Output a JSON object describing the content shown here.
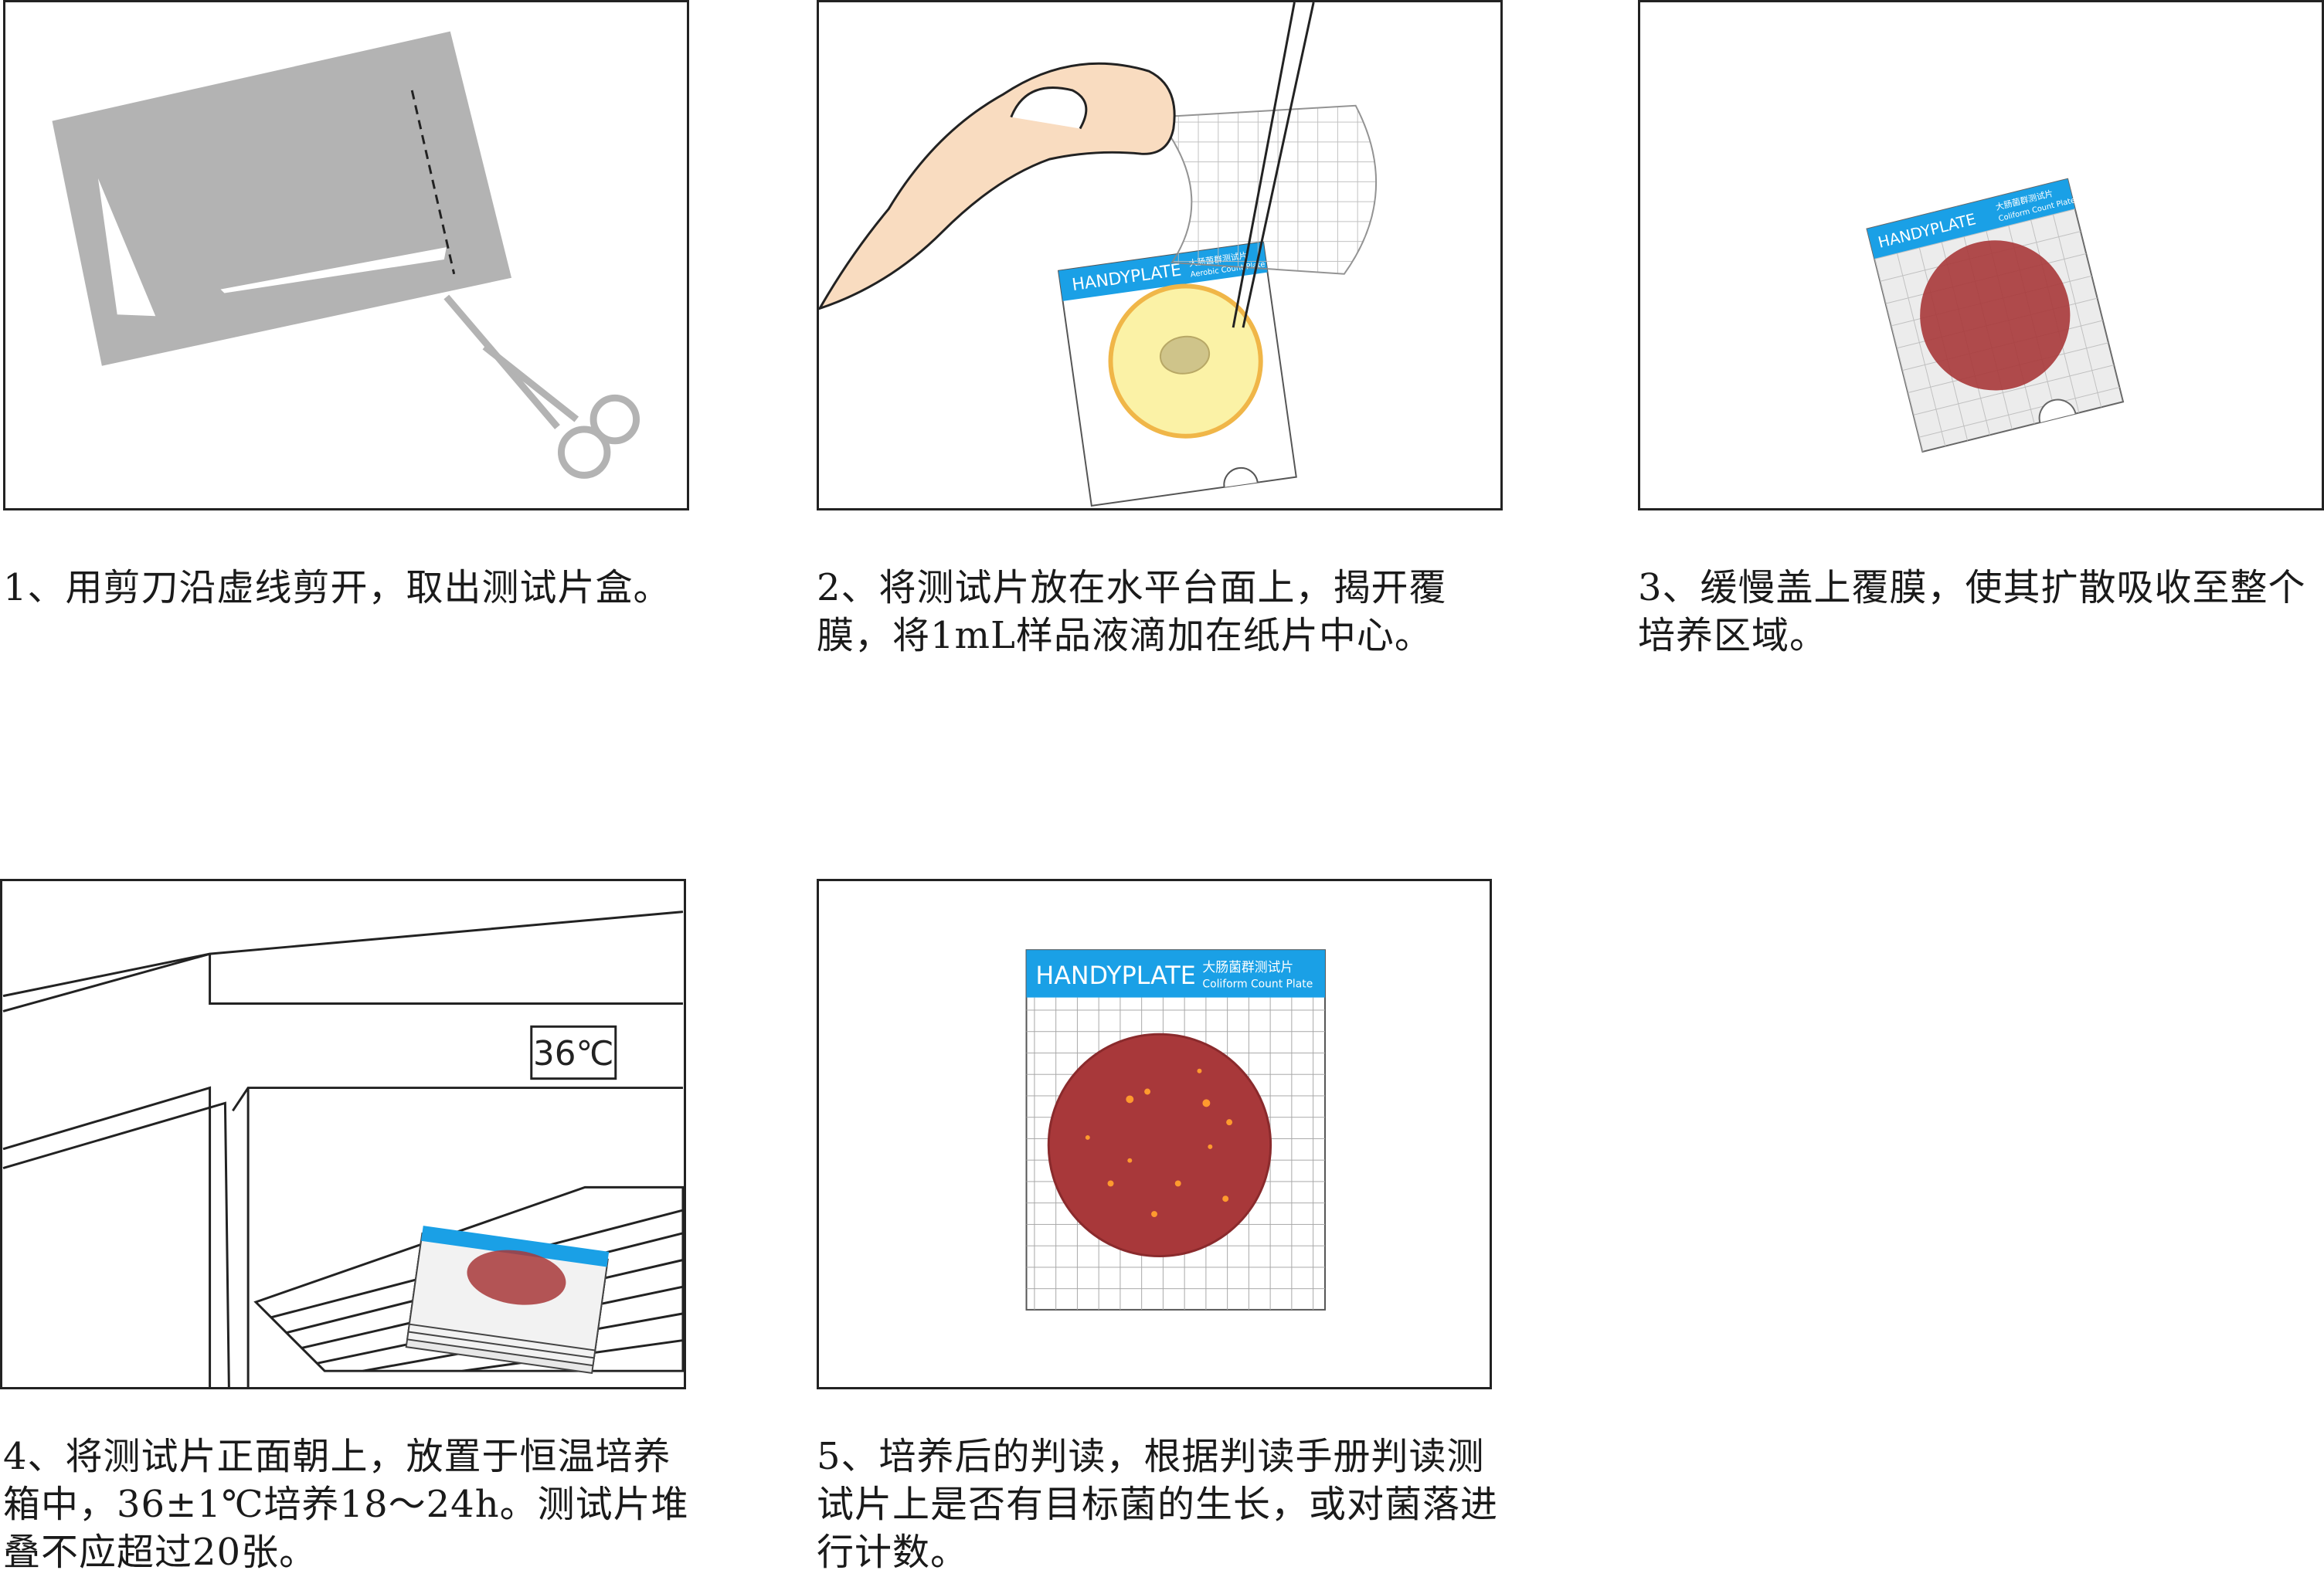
{
  "steps": [
    {
      "caption": "1、用剪刀沿虚线剪开，取出测试片盒。"
    },
    {
      "caption": "2、将测试片放在水平台面上，揭开覆膜，将1mL样品液滴加在纸片中心。"
    },
    {
      "caption": "3、缓慢盖上覆膜，使其扩散吸收至整个培养区域。"
    },
    {
      "caption": "4、将测试片正面朝上，放置于恒温培养箱中，36±1℃培养18～24h。测试片堆叠不应超过20张。"
    },
    {
      "caption": "5、培养后的判读，根据判读手册判读测试片上是否有目标菌的生长，或对菌落进行计数。"
    }
  ],
  "plate": {
    "brand": "HANDYPLATE",
    "name_cn": "大肠菌群测试片",
    "name_en": "Coliform Count Plate",
    "name_en_aerobic": "Aerobic Count Plate"
  },
  "incubator": {
    "temperature": "36℃"
  },
  "colors": {
    "pouch": "#b3b3b3",
    "skin": "#f9dcc0",
    "header_blue": "#1aa0e6",
    "medium_red": "#a8383a",
    "sample_yellow": "#fbf2a6",
    "sample_ring": "#f0b648",
    "colony": "#ff9a2e"
  }
}
